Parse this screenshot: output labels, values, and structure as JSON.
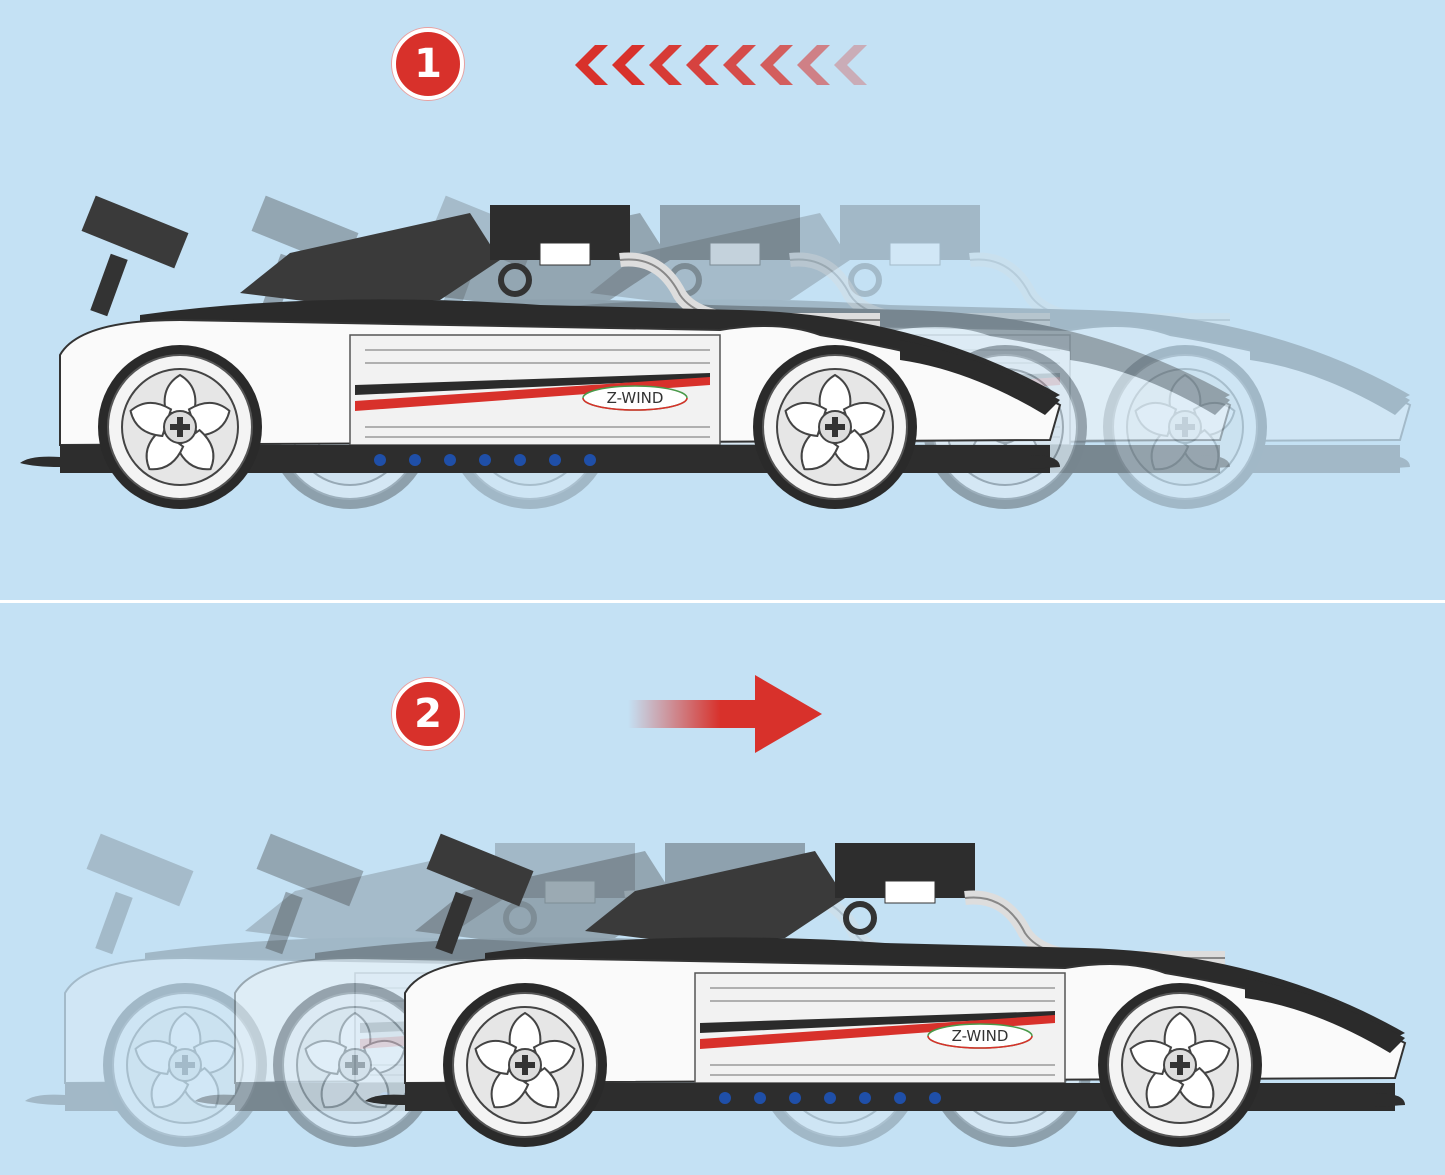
{
  "steps": [
    {
      "number": "1",
      "action": "pull-back",
      "car_label": "Z-WIND"
    },
    {
      "number": "2",
      "action": "release-forward",
      "car_label": "Z-WIND"
    }
  ],
  "colors": {
    "background": "#c4e1f4",
    "accent": "#d8312b",
    "car_body": "#ffffff",
    "car_trim": "#2b2b2b"
  }
}
